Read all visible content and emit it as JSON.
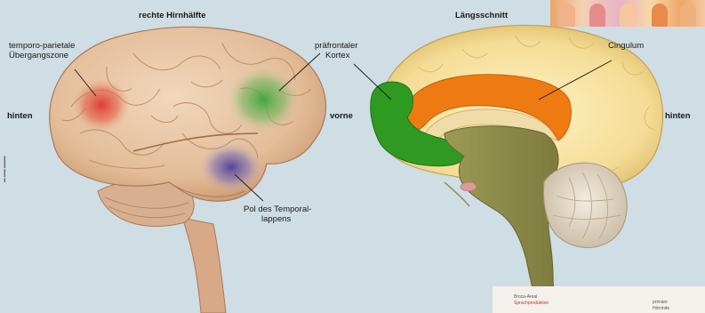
{
  "left_brain": {
    "title": "rechte Hirnhälfte",
    "label_back": "hinten",
    "label_front": "vorne",
    "labels": {
      "temporo_parietal_line1": "temporo-parietale",
      "temporo_parietal_line2": "Übergangszone",
      "prefrontal_line1": "präfrontaler",
      "prefrontal_line2": "Kortex",
      "temporal_pole_line1": "Pol des Temporal-",
      "temporal_pole_line2": "lappens"
    }
  },
  "right_brain": {
    "title": "Längsschnitt",
    "label_back": "hinten",
    "labels": {
      "cingulum": "Cingulum"
    }
  },
  "inset": {
    "line1": "Broca-Areal",
    "line2": "Sprachproduktion",
    "right1": "primäre",
    "right2": "Hörrinde"
  },
  "colors": {
    "background": "#cfdde4",
    "frame": "#000000",
    "temporo_parietal_highlight": "#e0342c",
    "prefrontal_highlight": "#3aa63a",
    "temporal_pole_highlight": "#5a4aa0",
    "section_prefrontal": "#2e9a22",
    "section_cingulum": "#ee7a12",
    "brainstem": "#8f8f4a"
  }
}
